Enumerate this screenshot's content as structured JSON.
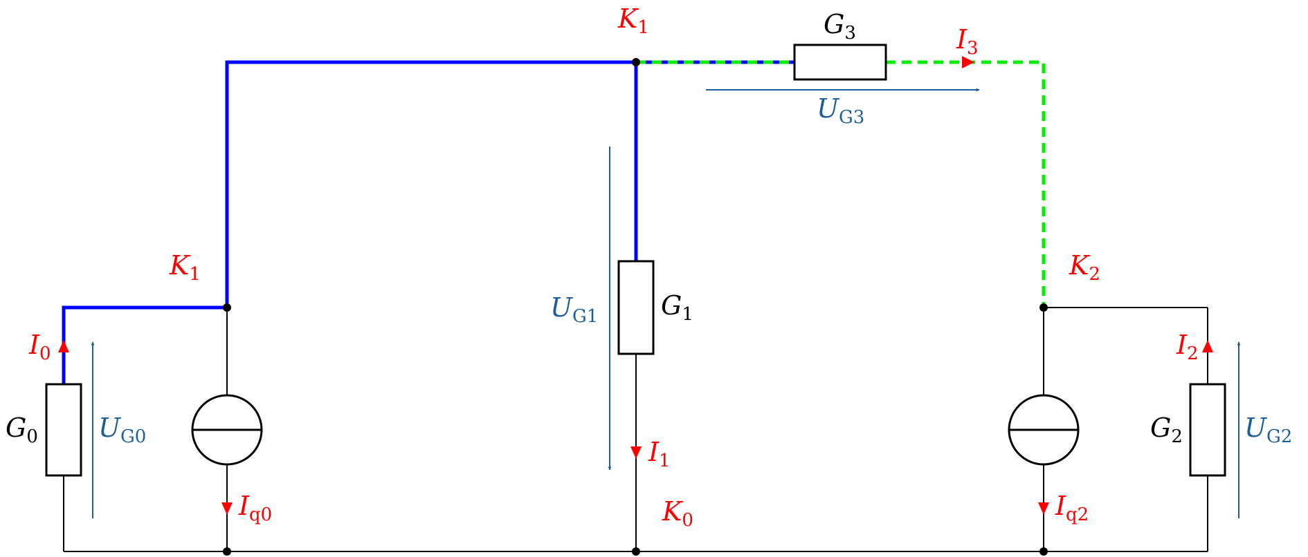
{
  "colors": {
    "wire": "#000000",
    "path_k1": "#0000ff",
    "path_k2": "#00ee00",
    "current": "#ff0000",
    "voltage": "#1f5f99"
  },
  "components": {
    "G0": {
      "main": "G",
      "sub": "0"
    },
    "G1": {
      "main": "G",
      "sub": "1"
    },
    "G2": {
      "main": "G",
      "sub": "2"
    },
    "G3": {
      "main": "G",
      "sub": "3"
    }
  },
  "nodes": {
    "K1_top": {
      "main": "K",
      "sub": "1"
    },
    "K1_left": {
      "main": "K",
      "sub": "1"
    },
    "K2": {
      "main": "K",
      "sub": "2"
    },
    "K0": {
      "main": "K",
      "sub": "0"
    }
  },
  "currents": {
    "I0": {
      "main": "I",
      "sub": "0"
    },
    "I1": {
      "main": "I",
      "sub": "1"
    },
    "I2": {
      "main": "I",
      "sub": "2"
    },
    "I3": {
      "main": "I",
      "sub": "3"
    },
    "Iq0": {
      "main": "I",
      "sub": "q0"
    },
    "Iq2": {
      "main": "I",
      "sub": "q2"
    }
  },
  "voltages": {
    "UG0": {
      "main": "U",
      "sub": "G0"
    },
    "UG1": {
      "main": "U",
      "sub": "G1"
    },
    "UG2": {
      "main": "U",
      "sub": "G2"
    },
    "UG3": {
      "main": "U",
      "sub": "G3"
    }
  }
}
